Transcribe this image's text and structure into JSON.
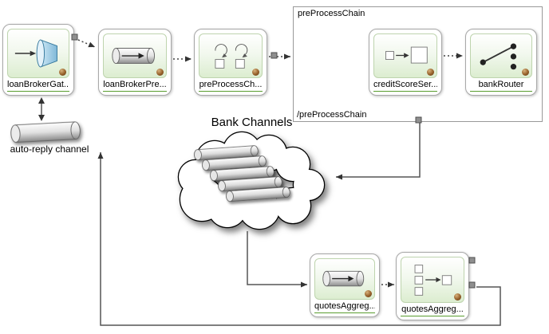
{
  "diagram": {
    "container": {
      "title": "preProcessChain",
      "closing_label": "/preProcessChain"
    },
    "cloud_label": "Bank Channels",
    "auto_reply_label": "auto-reply channel",
    "nodes": {
      "loan_broker_gateway": {
        "label": "loanBrokerGat...",
        "icon": "gateway-icon"
      },
      "loan_broker_pre_channel": {
        "label": "loanBrokerPre...",
        "icon": "channel-icon"
      },
      "pre_process_chain_handler": {
        "label": "preProcessCh...",
        "icon": "chain-icon"
      },
      "credit_score_service": {
        "label": "creditScoreSer...",
        "icon": "service-activator-icon"
      },
      "bank_router": {
        "label": "bankRouter",
        "icon": "router-icon"
      },
      "quotes_agg_channel": {
        "label": "quotesAggreg...",
        "icon": "channel-icon"
      },
      "quotes_aggregator": {
        "label": "quotesAggreg...",
        "icon": "aggregator-icon"
      }
    },
    "colors": {
      "node_gradient_bottom": "#dcedd0",
      "label_underline": "#5a9e2f",
      "gateway_blue": "#7fb8d8",
      "connector": "#555555",
      "anchor": "#8f8f8f"
    }
  }
}
